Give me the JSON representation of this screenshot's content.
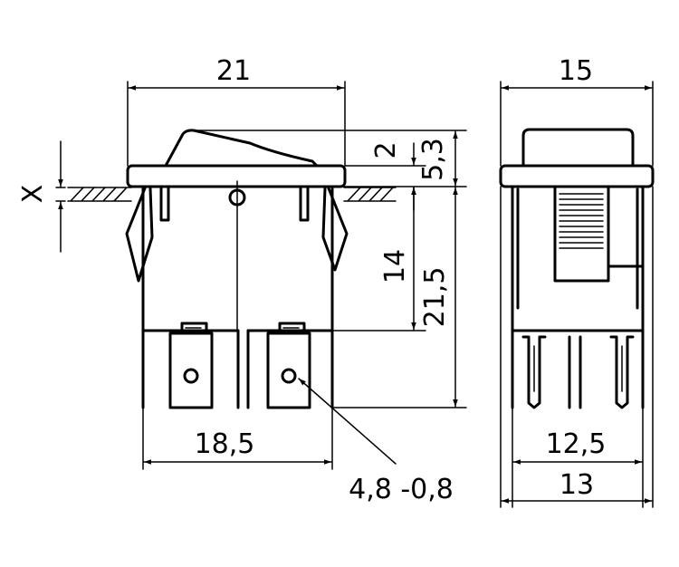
{
  "front_view": {
    "width_label": "21",
    "height_above_panel_label": "2",
    "rocker_height_label": "5,3",
    "depth_below_panel_label": "14",
    "total_depth_label": "21,5",
    "terminal_span_label": "18,5",
    "terminal_size_label": "4,8 -0,8",
    "panel_thickness_label": "X"
  },
  "side_view": {
    "width_label": "15",
    "terminal_span_label": "12,5",
    "base_width_label": "13"
  }
}
